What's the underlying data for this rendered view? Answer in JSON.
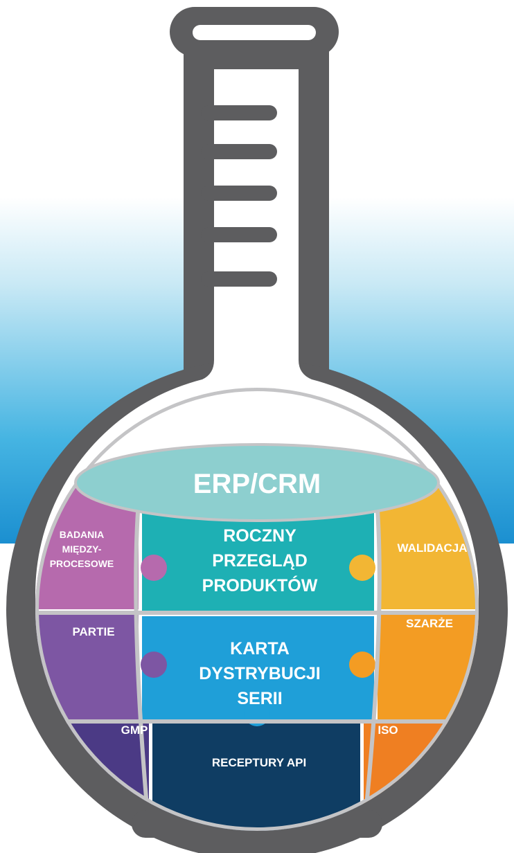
{
  "flask": {
    "top": "ERP/CRM",
    "center": {
      "upper": [
        "ROCZNY",
        "PRZEGLĄD",
        "PRODUKTÓW"
      ],
      "middle": [
        "KARTA",
        "DYSTRYBUCJI",
        "SERII"
      ],
      "bottom": "RECEPTURY API"
    },
    "left": {
      "upper": [
        "BADANIA",
        "MIĘDZY-",
        "PROCESOWE"
      ],
      "middle": "PARTIE",
      "bottom": "GMP"
    },
    "right": {
      "upper": "WALIDACJA",
      "middle": "SZARŻE",
      "bottom": "ISO"
    }
  },
  "colors": {
    "flask_outline": "#5d5d5f",
    "band_top": "#ffffff",
    "band_bottom": "#1b8fd0",
    "top_disc": "#8dcfcf",
    "center_upper": "#1eb0b4",
    "center_middle": "#1f9fd8",
    "center_bottom": "#0f3d63",
    "left_upper": "#b66aad",
    "left_middle": "#7d56a3",
    "left_bottom": "#4b3a85",
    "right_upper": "#f2b634",
    "right_middle": "#f39c23",
    "right_bottom": "#ef7f22",
    "grid": "#c4c4c6"
  }
}
